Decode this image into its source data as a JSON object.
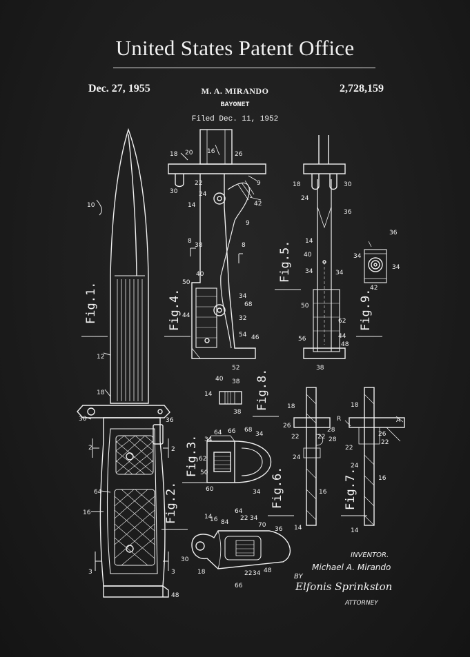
{
  "header": {
    "office_title": "United States Patent Office",
    "date": "Dec. 27, 1955",
    "inventor_short": "M. A. MIRANDO",
    "patent_number": "2,728,159",
    "subject": "BAYONET",
    "filed": "Filed Dec. 11, 1952"
  },
  "figures": {
    "fig1": "Fig.1.",
    "fig2": "Fig.2.",
    "fig3": "Fig.3.",
    "fig4": "Fig.4.",
    "fig5": "Fig.5.",
    "fig6": "Fig.6.",
    "fig7": "Fig.7.",
    "fig8": "Fig.8.",
    "fig9": "Fig.9."
  },
  "labels": {
    "l10": "10",
    "l12": "12",
    "l14": "14",
    "l16": "16",
    "l18": "18",
    "l20": "20",
    "l22": "22",
    "l24": "24",
    "l26": "26",
    "l28": "28",
    "l30": "30",
    "l32": "32",
    "l34": "34",
    "l36": "36",
    "l38": "38",
    "l40": "40",
    "l42": "42",
    "l44": "44",
    "l46": "46",
    "l48": "48",
    "l50": "50",
    "l52": "52",
    "l54": "54",
    "l56": "56",
    "l60": "60",
    "l62": "62",
    "l64": "64",
    "l66": "66",
    "l68": "68",
    "l70": "70",
    "l84": "84",
    "lR": "R",
    "lA": "A",
    "l2": "2",
    "l3": "3",
    "l8": "8",
    "l9": "9"
  },
  "footer": {
    "inventor_label": "INVENTOR.",
    "inventor_name": "Michael A. Mirando",
    "by": "BY",
    "signature": "Elfonis Sprinkston",
    "attorney": "ATTORNEY"
  }
}
